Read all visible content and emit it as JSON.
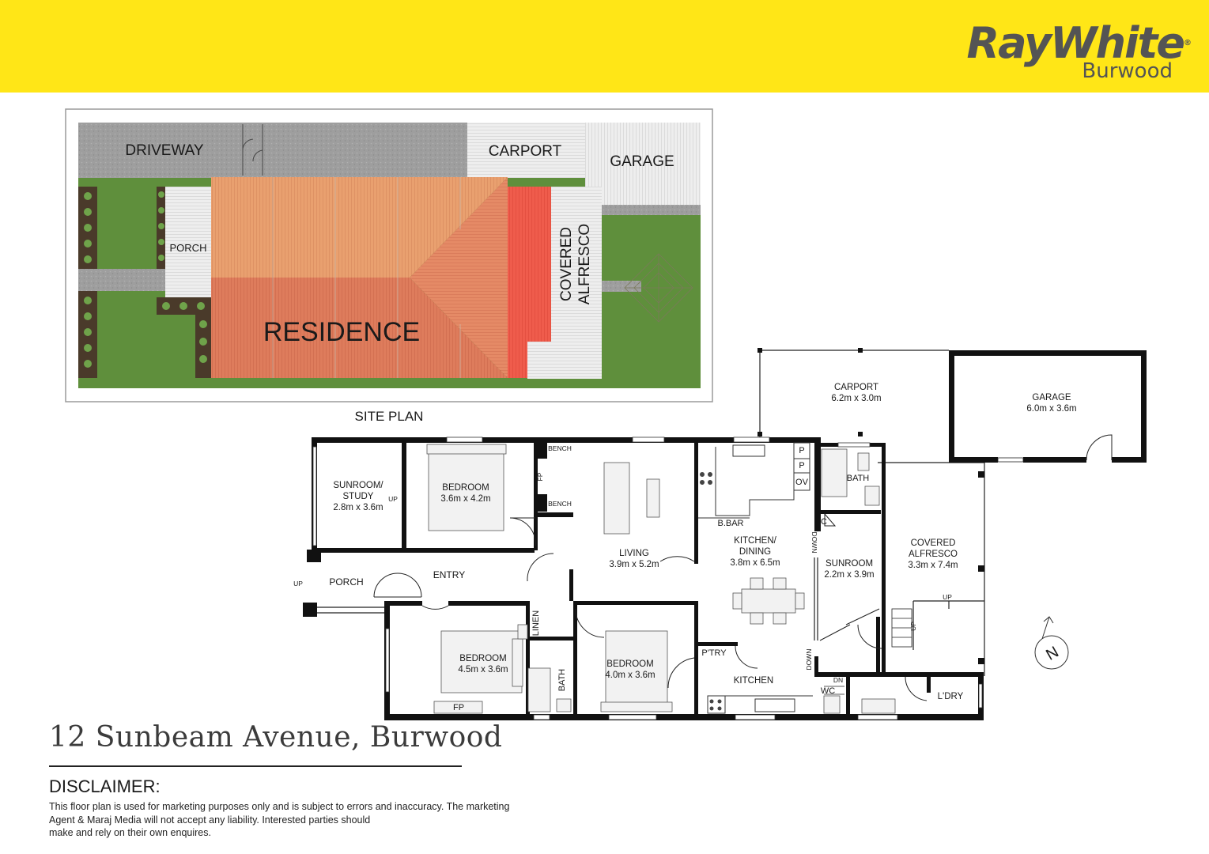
{
  "brand": {
    "name": "RayWhite",
    "registered": "®",
    "office": "Burwood",
    "color": "#ffe617"
  },
  "site_plan": {
    "caption": "SITE PLAN",
    "labels": {
      "driveway": "DRIVEWAY",
      "carport": "CARPORT",
      "garage": "GARAGE",
      "porch": "PORCH",
      "covered": "COVERED",
      "alfresco": "ALFRESCO",
      "residence": "RESIDENCE"
    }
  },
  "floor_plan": {
    "carport": {
      "name": "CARPORT",
      "size": "6.2m x 3.0m"
    },
    "garage": {
      "name": "GARAGE",
      "size": "6.0m x 3.6m"
    },
    "sunroom_study": {
      "name1": "SUNROOM/",
      "name2": "STUDY",
      "size": "2.8m x 3.6m"
    },
    "bedroom_1": {
      "name": "BEDROOM",
      "size": "3.6m x 4.2m"
    },
    "living": {
      "name": "LIVING",
      "size": "3.9m x 5.2m"
    },
    "kitchen_dining": {
      "name1": "KITCHEN/",
      "name2": "DINING",
      "size": "3.8m x 6.5m"
    },
    "sunroom": {
      "name": "SUNROOM",
      "size": "2.2m x 3.9m"
    },
    "covered_alfresco": {
      "name1": "COVERED",
      "name2": "ALFRESCO",
      "size": "3.3m x 7.4m"
    },
    "bedroom_2": {
      "name": "BEDROOM",
      "size": "4.5m x 3.6m"
    },
    "bedroom_3": {
      "name": "BEDROOM",
      "size": "4.0m x 3.6m"
    },
    "small_labels": {
      "porch": "PORCH",
      "entry": "ENTRY",
      "bench": "BENCH",
      "fp": "FP",
      "bbar": "B.BAR",
      "p": "P",
      "ov": "OV",
      "c": "C",
      "bath": "BATH",
      "linen": "LINEN",
      "ptry": "P'TRY",
      "kitchen": "KITCHEN",
      "wc": "WC",
      "dn": "DN",
      "laundry": "L'DRY",
      "up": "UP",
      "down": "DOWN",
      "north": "N"
    }
  },
  "address": "12 Sunbeam Avenue, Burwood",
  "disclaimer": {
    "title": "DISCLAIMER:",
    "line1": "This floor plan is used for marketing purposes only and is subject to errors and inaccuracy. The marketing",
    "line2": "Agent & Maraj Media will not accept any liability. Interested parties should",
    "line3": "make and rely on their own enquires."
  }
}
